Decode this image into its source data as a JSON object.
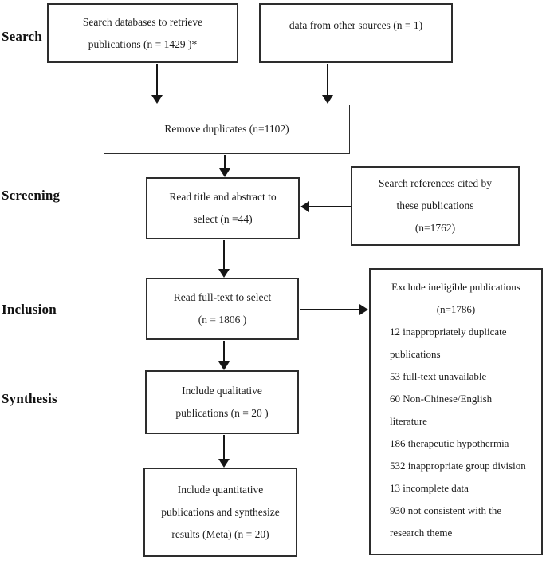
{
  "stages": {
    "search": "Search",
    "screening": "Screening",
    "inclusion": "Inclusion",
    "synthesis": "Synthesis"
  },
  "boxes": {
    "search_databases": {
      "lines": [
        "Search databases to retrieve",
        "publications (n = 1429 )*"
      ]
    },
    "other_sources": {
      "lines": [
        "data from other sources (n = 1)"
      ]
    },
    "remove_duplicates": {
      "lines": [
        "Remove duplicates (n=1102)"
      ]
    },
    "read_title_abstract": {
      "lines": [
        "Read title and abstract to",
        "select (n =44)"
      ]
    },
    "search_references": {
      "lines": [
        "Search references cited by",
        "these publications",
        "(n=1762)"
      ]
    },
    "read_full_text": {
      "lines": [
        "Read full-text to select",
        "(n = 1806 )"
      ]
    },
    "exclude": {
      "title_lines": [
        "Exclude ineligible publications",
        "(n=1786)"
      ],
      "reason_lines": [
        "12 inappropriately duplicate",
        "publications",
        "53 full-text unavailable",
        "60 Non-Chinese/English",
        "literature",
        "186 therapeutic hypothermia",
        "532 inappropriate group division",
        "13 incomplete data",
        "930 not consistent with the",
        "research theme"
      ]
    },
    "include_qualitative": {
      "lines": [
        "Include qualitative",
        "publications (n = 20 )"
      ]
    },
    "include_quantitative": {
      "lines": [
        "Include quantitative",
        "publications and synthesize",
        "results (Meta) (n = 20)"
      ]
    }
  },
  "colors": {
    "background": "#ffffff",
    "border": "#2d2d2d",
    "arrow": "#161616",
    "text": "#1c1c1c"
  }
}
